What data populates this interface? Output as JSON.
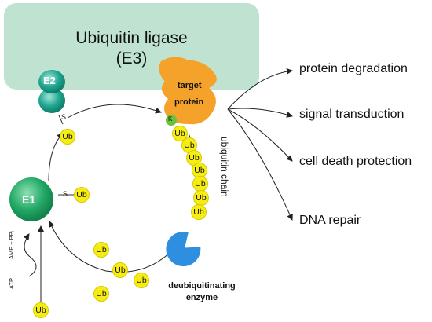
{
  "ligase": {
    "line1": "Ubiquitin ligase",
    "line2": "(E3)"
  },
  "enzymes": {
    "e1": "E1",
    "e2": "E2",
    "deub_line1": "deubiquitinating",
    "deub_line2": "enzyme"
  },
  "target": {
    "line1": "target",
    "line2": "protein",
    "lysine": "K"
  },
  "thioester": {
    "s": "S"
  },
  "ub_label": "Ub",
  "chain_label": "ubiquitin chain",
  "atp": {
    "amp": "AMP + PPᵢ",
    "atp": "ATP"
  },
  "outcomes": [
    "protein degradation",
    "signal transduction",
    "cell death protection",
    "DNA repair"
  ],
  "colors": {
    "ligase_box": "#bfe3d0",
    "enzyme_green": "#21a866",
    "e2_teal": "#1fa58f",
    "target_orange": "#f5a22a",
    "lysine_green": "#6bc23a",
    "ubiquitin_yellow": "#f6ee12",
    "deub_blue": "#2e8fe0"
  }
}
